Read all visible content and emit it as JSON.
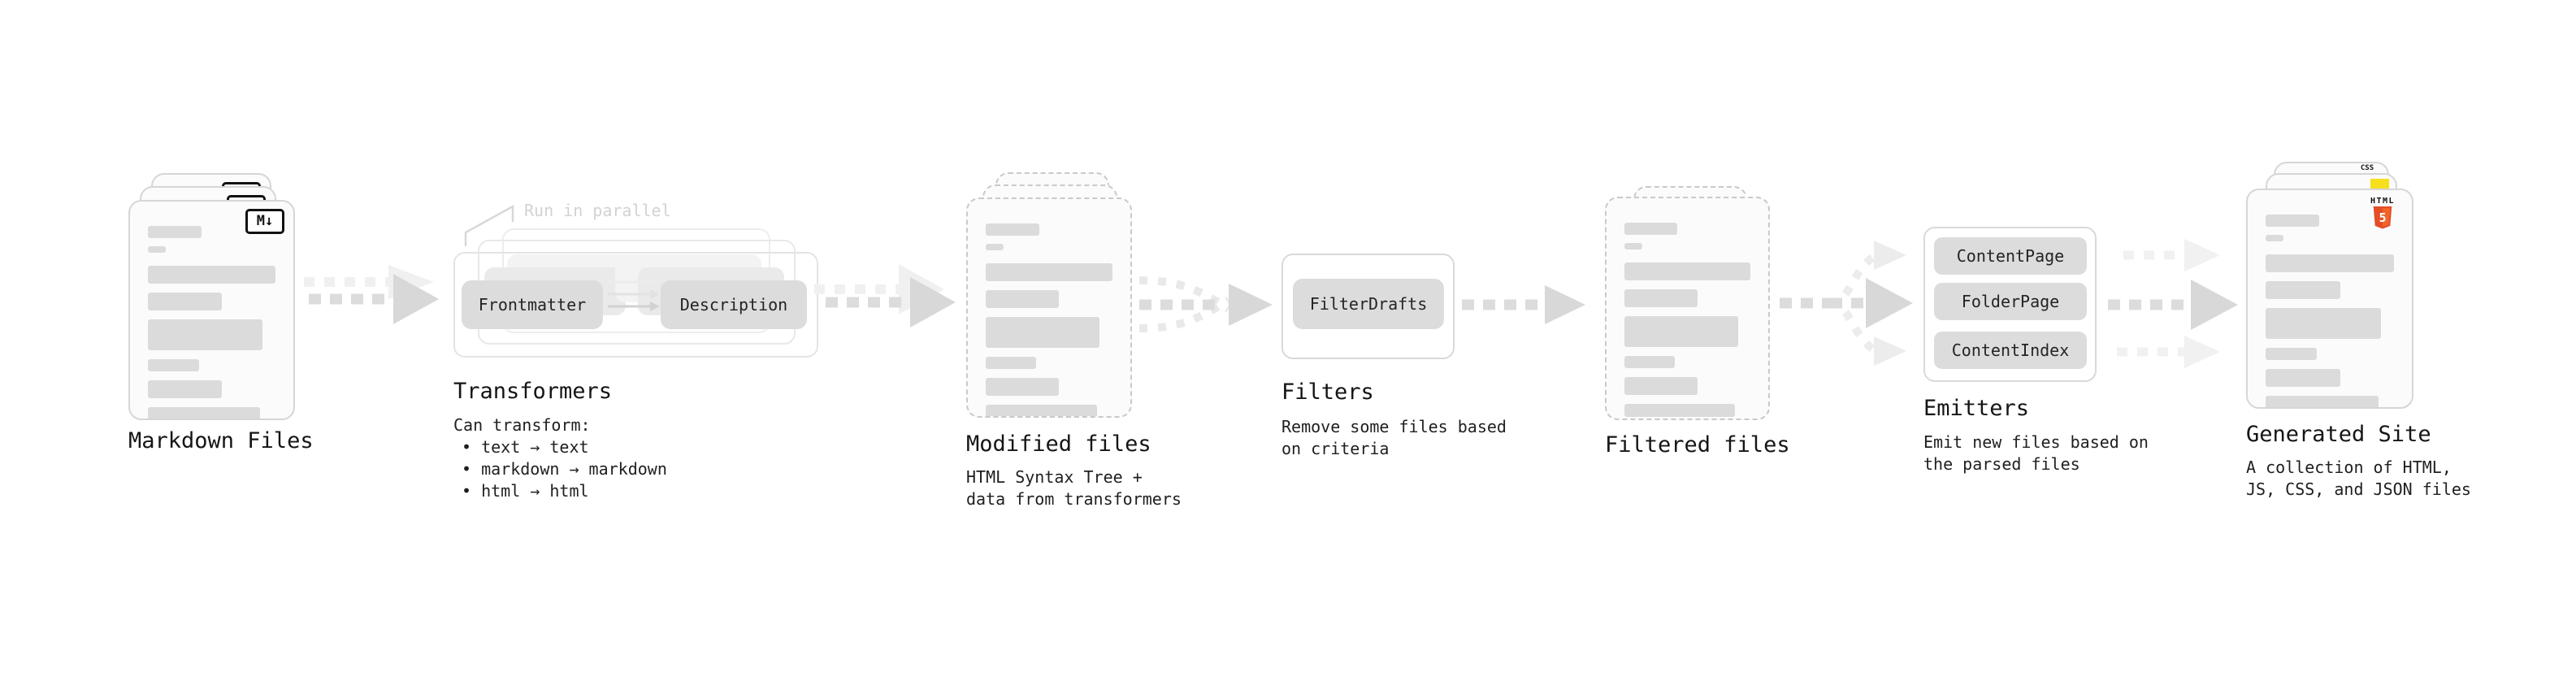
{
  "diagram": {
    "markdown": {
      "title": "Markdown Files"
    },
    "transformers": {
      "note": "Run in parallel",
      "source_chip": "Frontmatter",
      "target_chip": "Description",
      "title": "Transformers",
      "desc_heading": "Can transform:",
      "bullets": [
        "• text → text",
        "• markdown → markdown",
        "• html → html"
      ]
    },
    "modified": {
      "title": "Modified files",
      "desc": [
        "HTML Syntax Tree +",
        "data from transformers"
      ]
    },
    "filters": {
      "title": "Filters",
      "chip": "FilterDrafts",
      "desc": [
        "Remove some files based",
        "on criteria"
      ]
    },
    "filtered": {
      "title": "Filtered files"
    },
    "emitters": {
      "title": "Emitters",
      "chips": [
        "ContentPage",
        "FolderPage",
        "ContentIndex"
      ],
      "desc": [
        "Emit new files based on",
        "the parsed files"
      ]
    },
    "generated": {
      "title": "Generated Site",
      "desc": [
        "A collection of HTML,",
        "JS, CSS, and JSON files"
      ]
    }
  },
  "icons": {
    "markdown_badge": "M↓",
    "html5_label": "HTML",
    "html5_number": "5",
    "css_label": "CSS"
  },
  "brand_colors": {
    "html5_orange": "#e44d26",
    "html5_orange_light": "#f16529",
    "js_yellow": "#f7df1e",
    "css_blue": "#2965f1"
  }
}
